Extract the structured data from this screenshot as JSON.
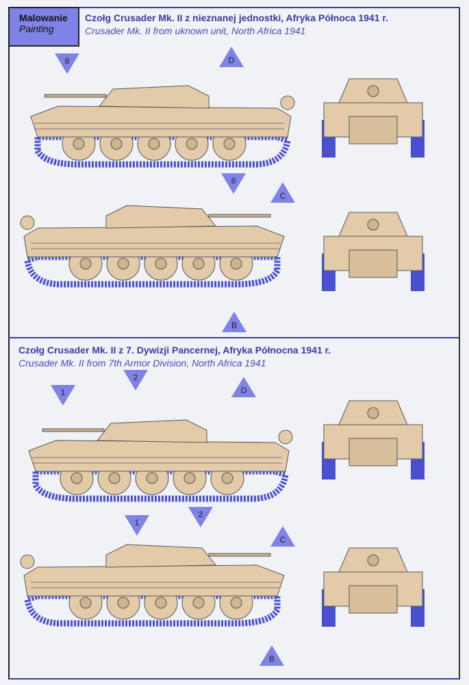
{
  "header": {
    "label_pl": "Malowanie",
    "label_en": "Painting"
  },
  "sections": [
    {
      "title": "Czołg Crusader Mk. II z nieznanej jednostki, Afryka Północa 1941 r.",
      "subtitle": "Crusader Mk. II from uknown unit, North Africa 1941"
    },
    {
      "title": "Czołg Crusader Mk. II z 7. Dywizji Pancernej, Afryka Północna 1941 r.",
      "subtitle": "Crusader Mk. II from 7th Armor Division, North Africa 1941"
    }
  ],
  "markers": [
    "8",
    "D",
    "8",
    "C",
    "B",
    "1",
    "2",
    "D",
    "1",
    "2",
    "C",
    "B"
  ],
  "colors": {
    "sand": "#e3cba9",
    "track": "#4a4fd0",
    "accent": "#3a3aa0",
    "marker": "#7f82e6"
  }
}
